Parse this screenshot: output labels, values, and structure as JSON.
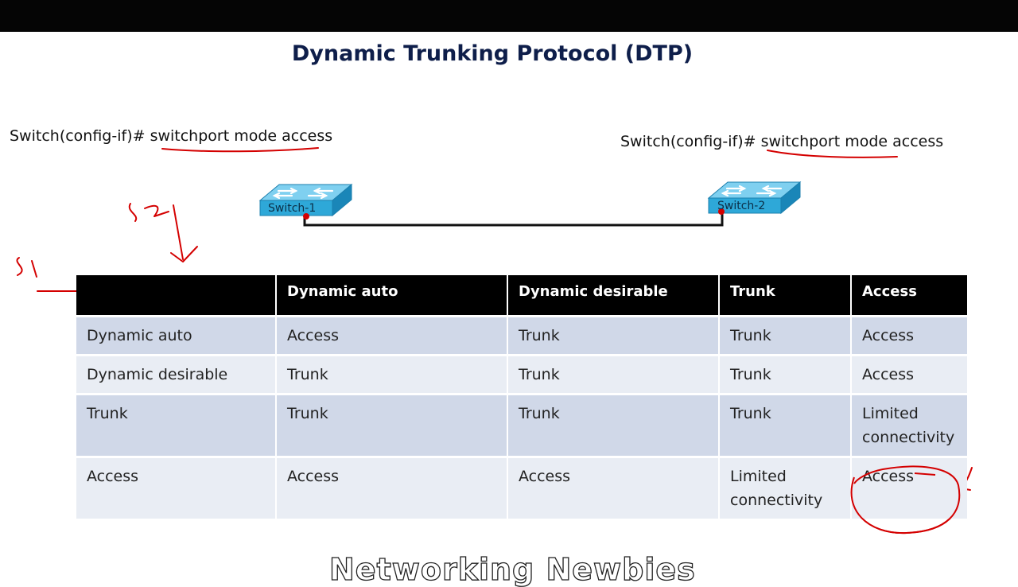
{
  "title": "Dynamic Trunking Protocol (DTP)",
  "commands": {
    "left": "Switch(config-if)# switchport mode access",
    "right": "Switch(config-if)# switchport mode access"
  },
  "switches": {
    "left_label": "Switch-1",
    "right_label": "Switch-2"
  },
  "table": {
    "columns": [
      "",
      "Dynamic auto",
      "Dynamic desirable",
      "Trunk",
      "Access"
    ],
    "rows": [
      [
        "Dynamic auto",
        "Access",
        "Trunk",
        "Trunk",
        "Access"
      ],
      [
        "Dynamic desirable",
        "Trunk",
        "Trunk",
        "Trunk",
        "Access"
      ],
      [
        "Trunk",
        "Trunk",
        "Trunk",
        "Trunk",
        "Limited connectivity"
      ],
      [
        "Access",
        "Access",
        "Access",
        "Limited connectivity",
        "Access"
      ]
    ]
  },
  "annotations": {
    "s1": "S1",
    "s2": "S2"
  },
  "watermark": "Networking Newbies",
  "colors": {
    "title": "#0e1e4a",
    "header_bg": "#000000",
    "row_odd": "#d0d8e8",
    "row_even": "#e9edf4",
    "ink": "#d40000",
    "switch": "#2ea8d8"
  }
}
